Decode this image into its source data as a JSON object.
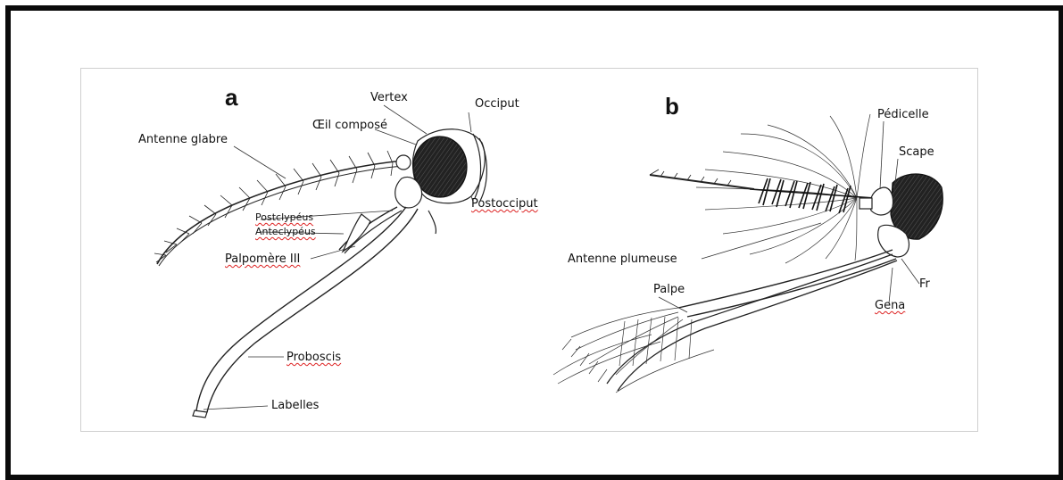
{
  "panel_a": {
    "letter": "a",
    "labels": {
      "vertex": "Vertex",
      "occiput": "Occiput",
      "oeil": "Œil composé",
      "antenne_glabre": "Antenne glabre",
      "postocciput": "Postocciput",
      "postclypeus": "Postclypéus",
      "anteclypeus": "Anteclypéus",
      "palpomere": "Palpomère III",
      "proboscis": "Proboscis",
      "labelles": "Labelles"
    }
  },
  "panel_b": {
    "letter": "b",
    "labels": {
      "pedicelle": "Pédicelle",
      "scape": "Scape",
      "antenne_plumeuse": "Antenne plumeuse",
      "palpe": "Palpe",
      "fr": "Fr",
      "gena": "Gena"
    }
  }
}
